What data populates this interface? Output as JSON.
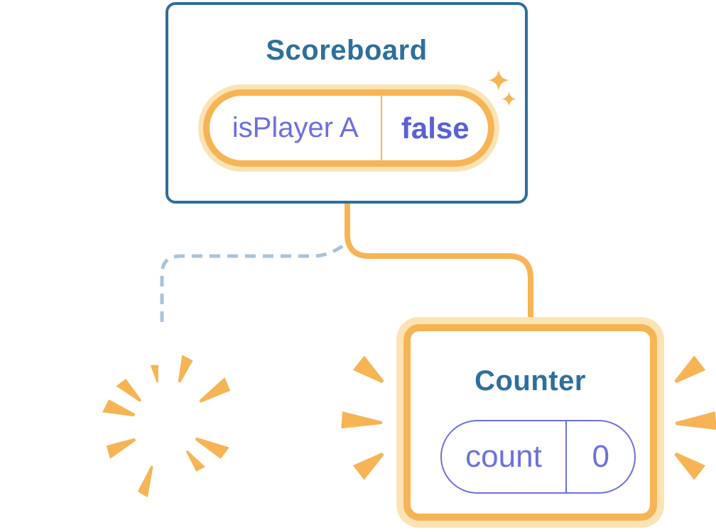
{
  "colors": {
    "card-border": "#2e6e99",
    "title": "#2e6f9c",
    "orange": "#f6b455",
    "orange-halo": "#fce3b5",
    "indigo": "#6b71dc",
    "indigo-strong": "#5a60d6",
    "dash-blue": "#a9c3dc",
    "card-bg": "#ffffff"
  },
  "scoreboard": {
    "title": "Scoreboard",
    "state": {
      "name": "isPlayer A",
      "value": "false"
    }
  },
  "counter": {
    "title": "Counter",
    "state": {
      "name": "count",
      "value": "0"
    }
  },
  "icons": {
    "sparkles": "sparkles-icon",
    "burst": "destroy-burst-icon",
    "emphasis_rays": "highlight-rays-icon"
  }
}
